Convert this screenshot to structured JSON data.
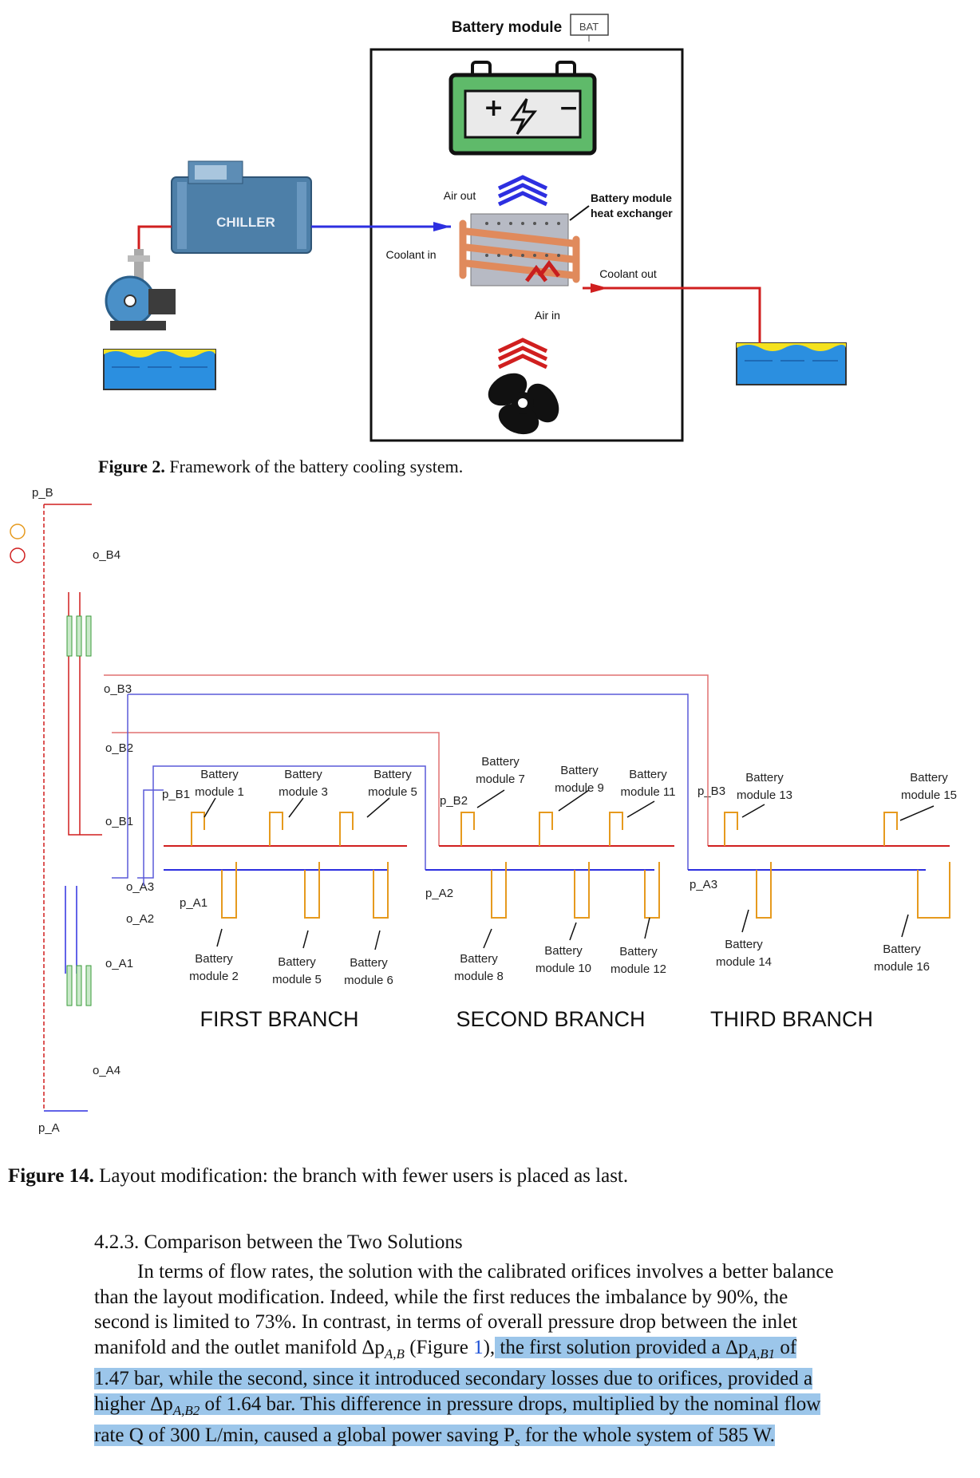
{
  "figure2": {
    "title": "Battery module",
    "bat_icon": "BAT",
    "chiller": "CHILLER",
    "air_out": "Air out",
    "air_in": "Air in",
    "coolant_in": "Coolant in",
    "coolant_out": "Coolant out",
    "hx_label_1": "Battery module",
    "hx_label_2": "heat exchanger",
    "caption_label": "Figure 2.",
    "caption_text": " Framework of the battery cooling system."
  },
  "figure14": {
    "p_B": "p_B",
    "p_A": "p_A",
    "o_B4": "o_B4",
    "o_B3": "o_B3",
    "o_B2": "o_B2",
    "o_B1": "o_B1",
    "o_A3": "o_A3",
    "o_A2": "o_A2",
    "o_A1": "o_A1",
    "o_A4": "o_A4",
    "p_B1": "p_B1",
    "p_B2": "p_B2",
    "p_B3": "p_B3",
    "p_A1": "p_A1",
    "p_A2": "p_A2",
    "p_A3": "p_A3",
    "battery": "Battery",
    "modules_top": [
      "module 1",
      "module 3",
      "module 5",
      "module 7",
      "module 9",
      "module 11",
      "module 13",
      "module 15"
    ],
    "modules_bottom": [
      "module 2",
      "module 5",
      "module 6",
      "module 8",
      "module 10",
      "module 12",
      "module 14",
      "module 16"
    ],
    "branches": [
      "FIRST BRANCH",
      "SECOND BRANCH",
      "THIRD BRANCH"
    ],
    "caption_label": "Figure 14.",
    "caption_text": " Layout modification: the branch with fewer users is placed as last."
  },
  "section": {
    "title": "4.2.3. Comparison between the Two Solutions",
    "lines": [
      "In terms of flow rates, the solution with the calibrated orifices involves a better balance",
      "than the layout modification. Indeed, while the first reduces the imbalance by 90%, the",
      "second is limited to 73%. In contrast, in terms of overall pressure drop between the inlet",
      "manifold and the outlet manifold Δp",
      "A,B",
      " (Figure ",
      "1",
      "),",
      " the first solution provided a Δp",
      "A,B1",
      " of",
      "1.47 bar, while the second, since it introduced secondary losses due to orifices, provided a",
      "higher Δp",
      "A,B2",
      " of 1.64 bar. This difference in pressure drops, multiplied by the nominal flow",
      "rate Q of 300 L/min, caused a global power saving P",
      "s",
      " for the whole system of 585 W."
    ]
  },
  "colors": {
    "coolant_hot": "#d01f1f",
    "coolant_cold": "#2d2fe0",
    "pipe_red": "#e07070",
    "pipe_blue": "#5a5ad8",
    "user_orange": "#e69a1e",
    "highlight": "#9cc6ea",
    "battery_green": "#5fba6a"
  }
}
